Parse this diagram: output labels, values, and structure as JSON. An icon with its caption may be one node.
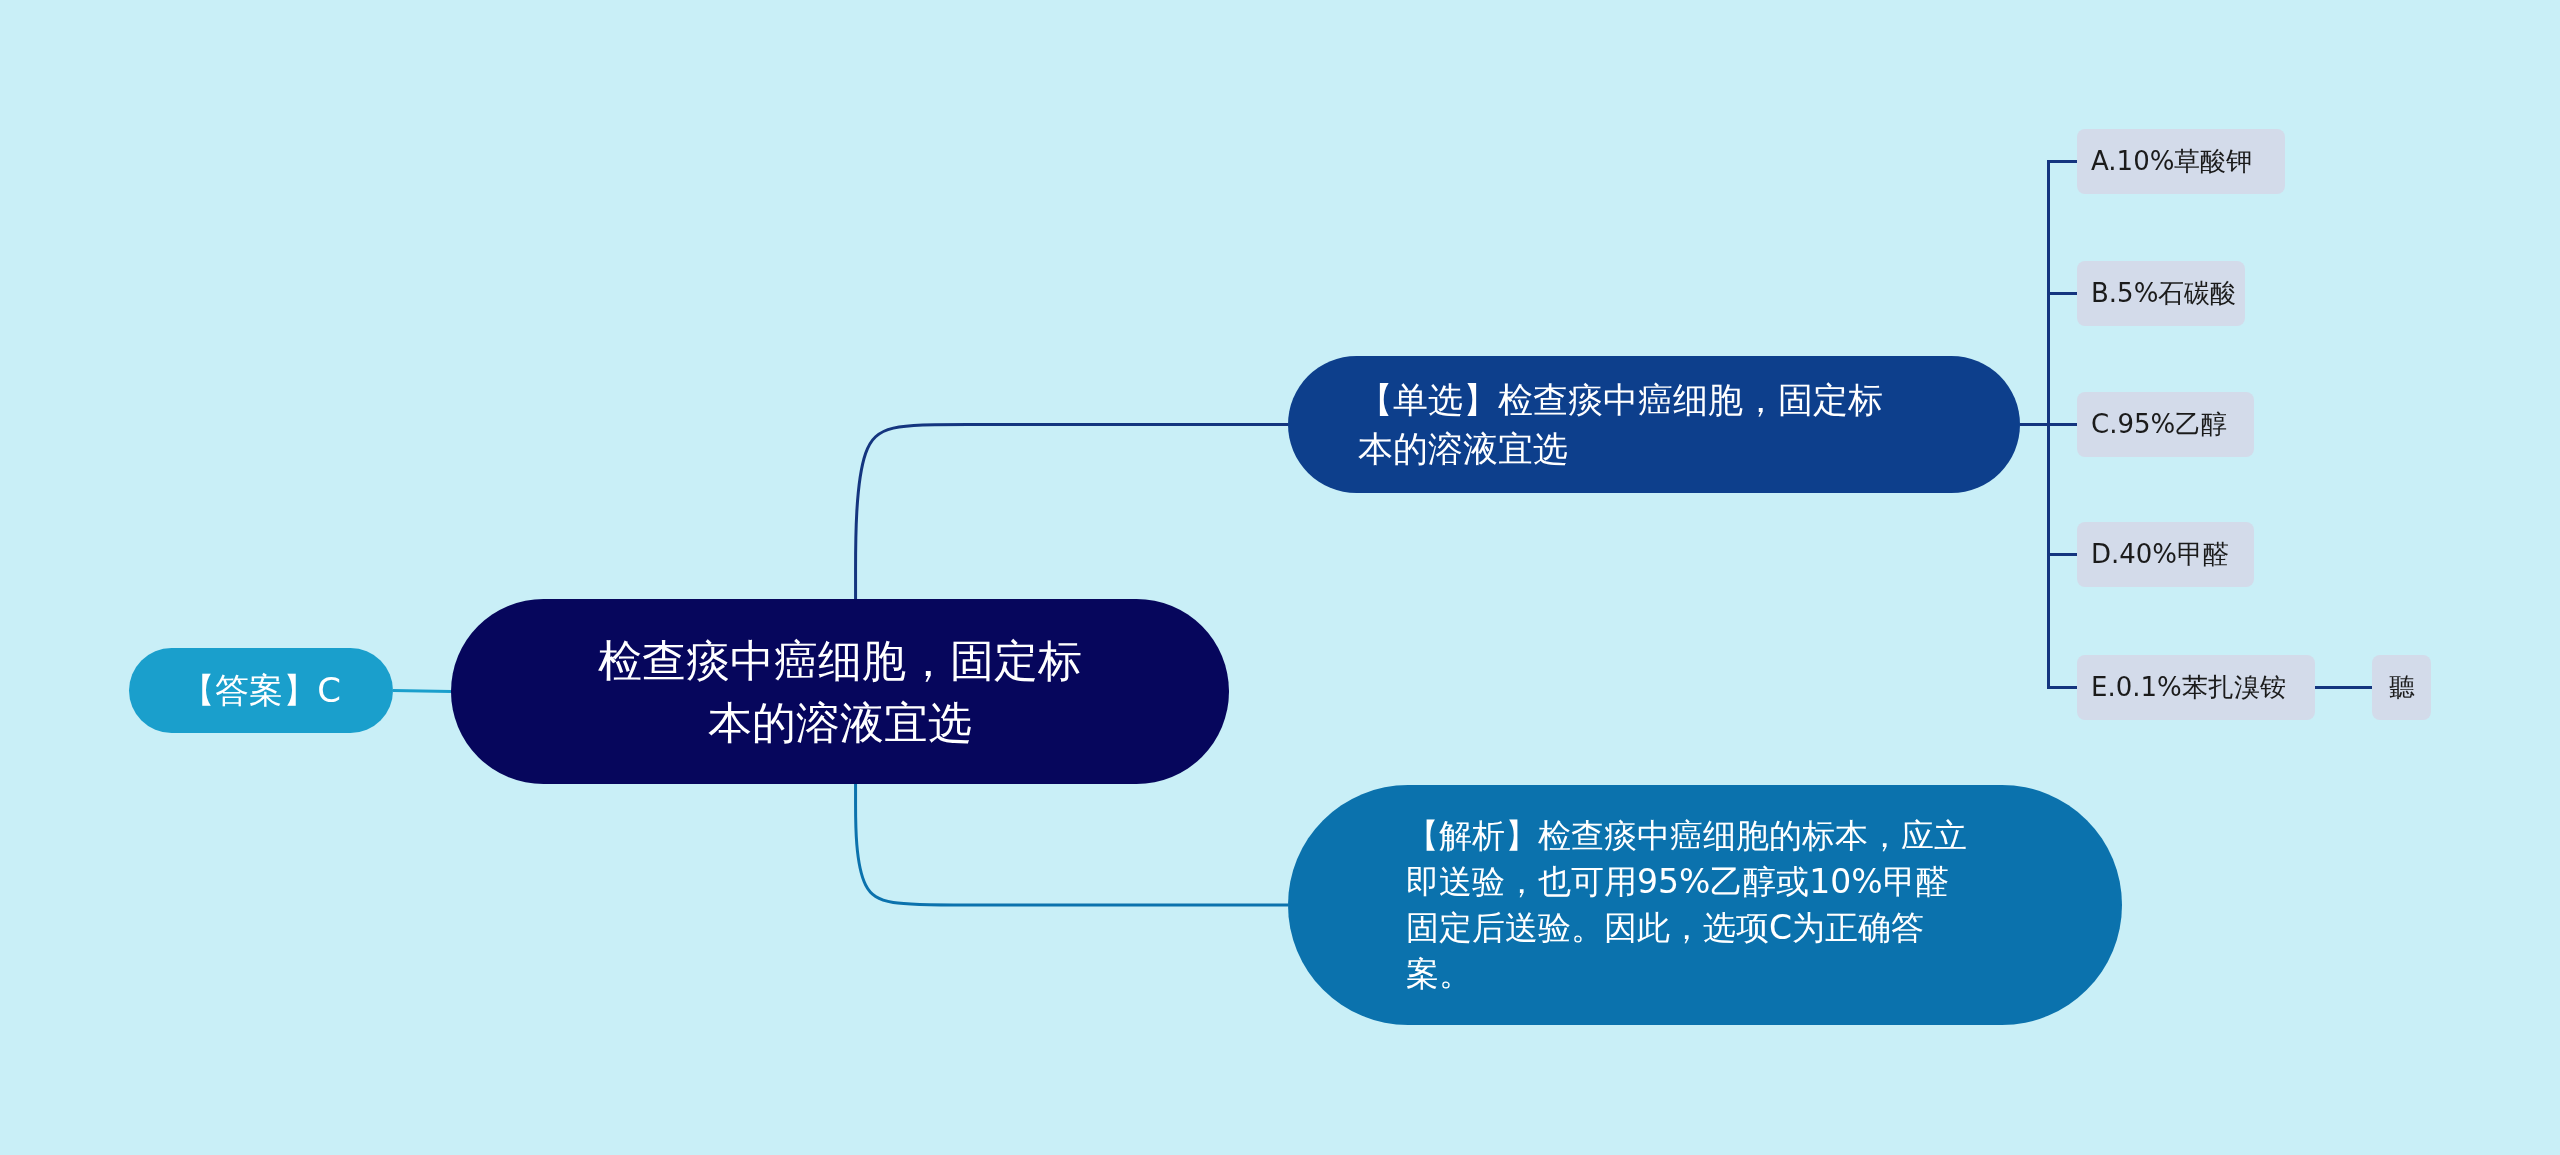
{
  "diagram": {
    "nodes": [
      {
        "text": [
          "检查痰中癌细胞，固定标本的溶液宜选"
        ]
      },
      {
        "text": [
          "【答案】C"
        ]
      },
      {
        "text": [
          "【单选】检查痰中癌细胞，固定标本的溶液宜选"
        ]
      },
      {
        "text": [
          "A.10%草酸钾"
        ]
      },
      {
        "text": [
          "B.5%石碳酸"
        ]
      },
      {
        "text": [
          "C.95%乙醇"
        ]
      },
      {
        "text": [
          "D.40%甲醛"
        ]
      },
      {
        "text": [
          "E.0.1%苯扎溴铵"
        ]
      },
      {
        "text": [
          "聽"
        ]
      },
      {
        "text": [
          "【解析】检查痰中癌细胞的标本，应立即送验，也可用95%乙醇或10%甲醛固定后送验。因此，选项C为正确答案。"
        ]
      }
    ],
    "edges": [
      {
        "from": 0,
        "to": 1,
        "arrow": "none",
        "color": "#1a9fcc"
      },
      {
        "from": 0,
        "to": 2,
        "arrow": "none"
      },
      {
        "from": 0,
        "to": 9,
        "arrow": "none",
        "color": "#0b72ad"
      },
      {
        "from": 2,
        "to": 3,
        "arrow": "none"
      },
      {
        "from": 2,
        "to": 4,
        "arrow": "none"
      },
      {
        "from": 2,
        "to": 5,
        "arrow": "none"
      },
      {
        "from": 2,
        "to": 6,
        "arrow": "none"
      },
      {
        "from": 2,
        "to": 7,
        "arrow": "none"
      },
      {
        "from": 7,
        "to": 8,
        "arrow": "none"
      }
    ]
  }
}
